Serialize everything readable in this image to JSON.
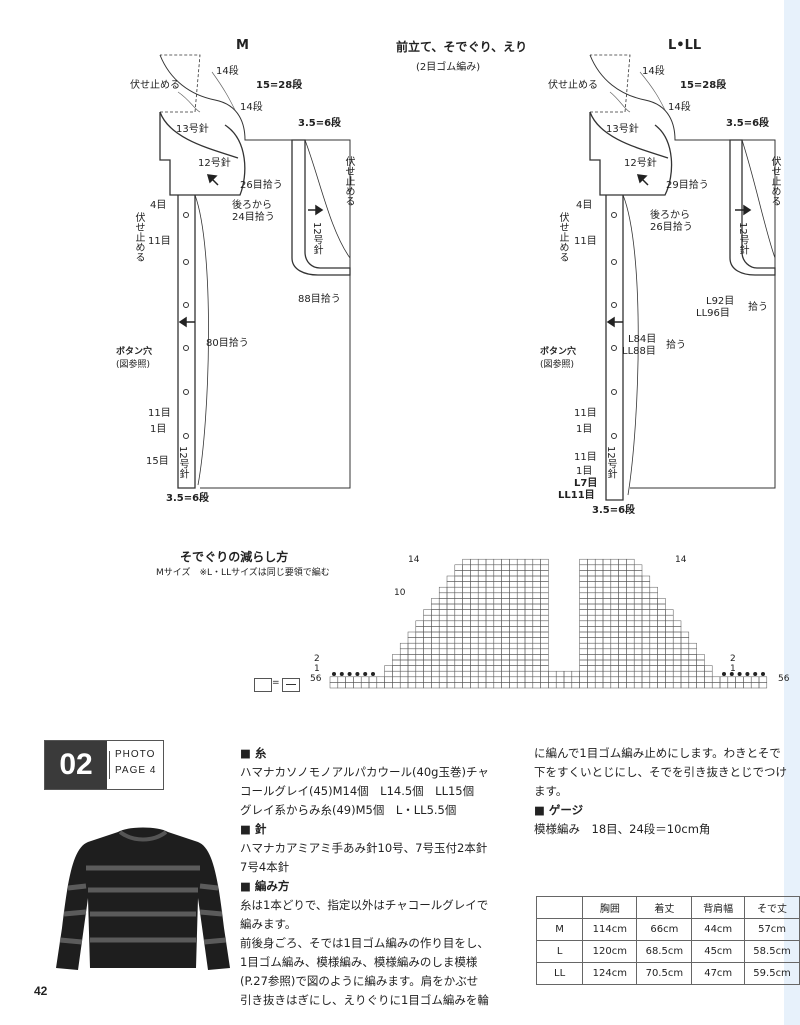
{
  "diagram": {
    "title": "前立て、そでぐり、えり",
    "subtitle": "(2目ゴム編み)",
    "left_size": "M",
    "right_size": "L•LL",
    "labels": {
      "fuse": "伏せ止める",
      "d14": "14段",
      "d15_28": "15=28段",
      "n13": "13号針",
      "n12": "12号針",
      "m26": "26目拾う",
      "m29": "29目拾う",
      "back24": "後ろから",
      "back24b": "24目拾う",
      "back26b": "26目拾う",
      "r35": "3.5=6段",
      "m4": "4目",
      "m11": "11目",
      "m1": "1目",
      "m15": "15目",
      "m80": "80目拾う",
      "button": "ボタン穴",
      "button_ref": "(図参照)",
      "needle12": "12号針",
      "m88": "88目拾う",
      "l92": "L92目",
      "ll96": "LL96目",
      "hirou": "拾う",
      "l84": "L84目",
      "ll88": "LL88目",
      "l7": "L7目",
      "ll11": "LL11目"
    },
    "decrease_title": "そでぐりの減らし方",
    "decrease_note": "Mサイズ　※L・LLサイズは同じ要領で編む",
    "chart_rows": [
      "14",
      "10",
      "2",
      "1",
      "56"
    ],
    "legend": "="
  },
  "pattern": {
    "number": "02",
    "photo_label": "PHOTO",
    "page_label": "PAGE 4",
    "yarn_head": "■ 糸",
    "yarn_lines": [
      "ハマナカソノモノアルパカウール(40g玉巻)チャ",
      "コールグレイ(45)M14個　L14.5個　LL15個",
      "グレイ系からみ糸(49)M5個　L・LL5.5個"
    ],
    "needle_head": "■ 針",
    "needle_lines": [
      "ハマナカアミアミ手あみ針10号、7号玉付2本針",
      "7号4本針"
    ],
    "method_head": "■ 編み方",
    "method_lines": [
      "糸は1本どりで、指定以外はチャコールグレイで",
      "編みます。",
      "前後身ごろ、そでは1目ゴム編みの作り目をし、",
      "1目ゴム編み、模様編み、模様編みのしま模様",
      "(P.27参照)で図のように編みます。肩をかぶせ",
      "引き抜きはぎにし、えりぐりに1目ゴム編みを輪"
    ],
    "method_cont": [
      "に編んで1目ゴム編み止めにします。わきとそで",
      "下をすくいとじにし、そでを引き抜きとじでつけ",
      "ます。"
    ],
    "gauge_head": "■ ゲージ",
    "gauge_line": "模様編み　18目、24段＝10cm角"
  },
  "size_table": {
    "headers": [
      "",
      "胸囲",
      "着丈",
      "背肩幅",
      "そで丈"
    ],
    "rows": [
      [
        "M",
        "114cm",
        "66cm",
        "44cm",
        "57cm"
      ],
      [
        "L",
        "120cm",
        "68.5cm",
        "45cm",
        "58.5cm"
      ],
      [
        "LL",
        "124cm",
        "70.5cm",
        "47cm",
        "59.5cm"
      ]
    ]
  },
  "page_number": "42",
  "colors": {
    "accent": "#3a3a3a",
    "strip": "#e7f1fb"
  }
}
